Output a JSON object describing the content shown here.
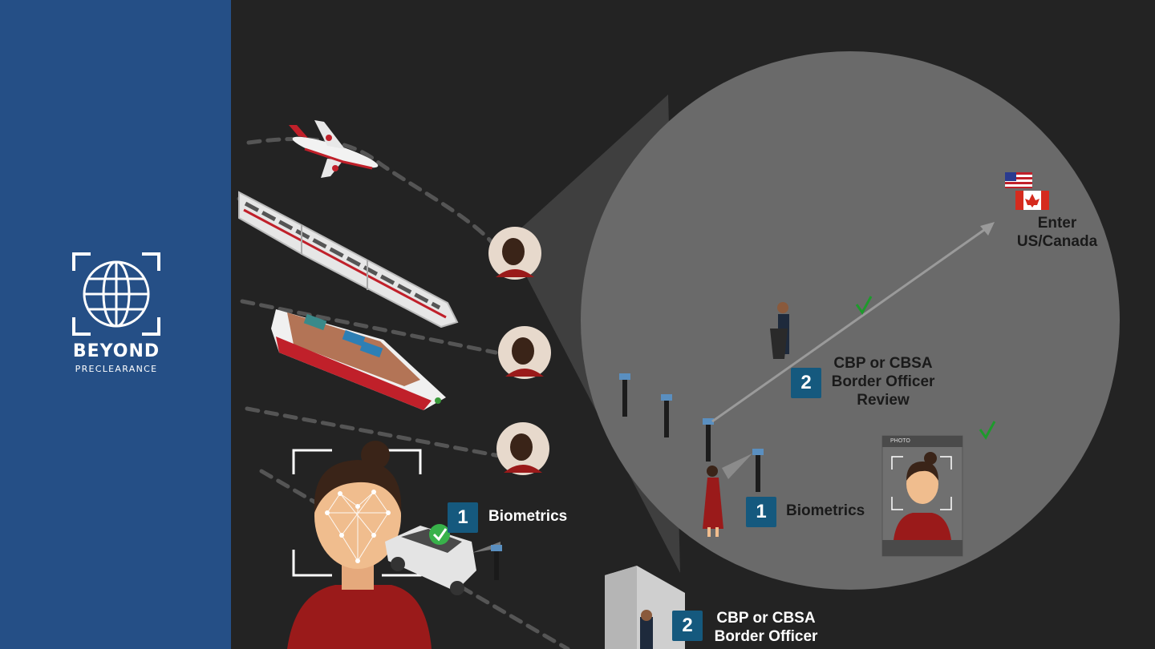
{
  "brand": {
    "name": "BEYOND",
    "tagline": "PRECLEARANCE",
    "color": "#254f86"
  },
  "steps": {
    "biometrics": {
      "number": "1",
      "label": "Biometrics"
    },
    "officer": {
      "number": "2",
      "label_line1": "CBP or CBSA",
      "label_line2": "Border Officer"
    },
    "officer_review": {
      "number": "2",
      "line1": "CBP or CBSA",
      "line2": "Border Officer",
      "line3": "Review"
    }
  },
  "destination": {
    "line1": "Enter",
    "line2": "US/Canada"
  },
  "kiosk_screen": {
    "header_label": "PHOTO"
  },
  "colors": {
    "badge": "#15597e",
    "background": "#232323",
    "spotlight": "#6a6a6a",
    "check": "#1e9a2c",
    "traveler_dress": "#9a1a1a"
  },
  "icons": [
    "globe-icon",
    "airplane-icon",
    "train-icon",
    "cruise-ship-icon",
    "car-icon",
    "traveler-avatar-icon",
    "check-icon",
    "us-flag-icon",
    "canada-flag-icon",
    "kiosk-icon"
  ]
}
